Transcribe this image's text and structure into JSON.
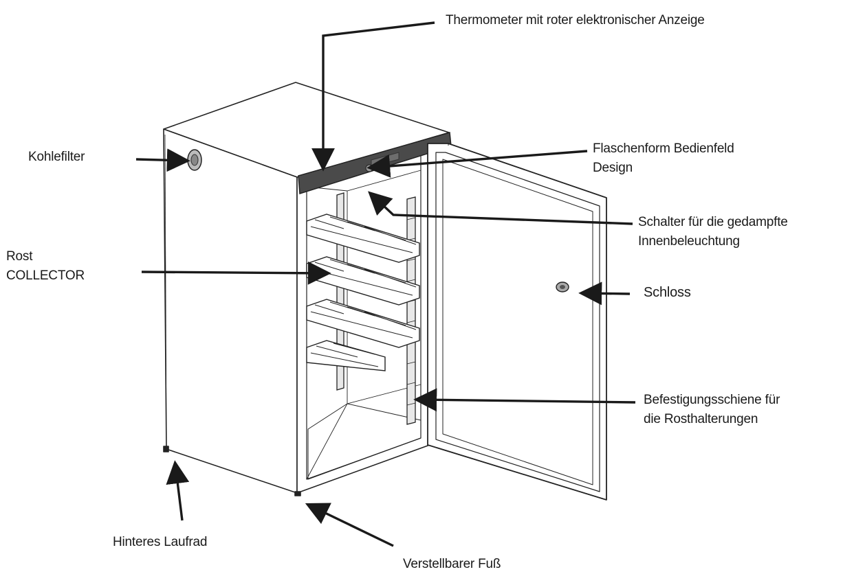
{
  "labels": {
    "thermometer": "Thermometer mit roter elektronischer Anzeige",
    "bedienfeld_line1": "Flaschenform Bedienfeld",
    "bedienfeld_line2": "Design",
    "schalter_line1": "Schalter für die gedampfte",
    "schalter_line2": "Innenbeleuchtung",
    "schloss": "Schloss",
    "befestigung_line1": "Befestigungsschiene für",
    "befestigung_line2": "die Rosthalterungen",
    "kohlefilter": "Kohlefilter",
    "rost_line1": "Rost",
    "rost_line2": "COLLECTOR",
    "laufrad": "Hinteres Laufrad",
    "fuss": "Verstellbarer Fuß"
  },
  "colors": {
    "line": "#1a1a1a",
    "panel": "#4a4a4a",
    "paper": "#ffffff"
  }
}
